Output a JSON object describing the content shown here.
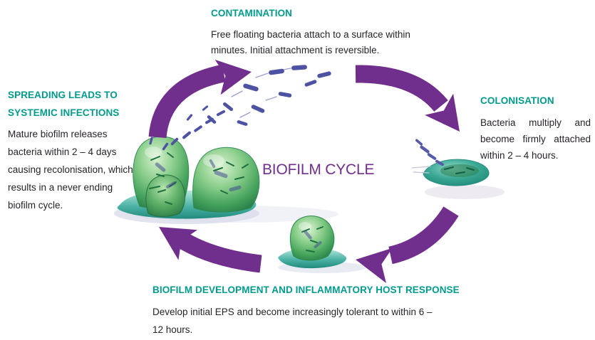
{
  "title": "BIOFILM CYCLE",
  "colors": {
    "heading_teal": "#009b8c",
    "body_text": "#272329",
    "purple_arrow": "#712f8d",
    "title_purple": "#712f8d",
    "bacteria_blue": "#4e52a2",
    "biofilm_green": "#4fa65e",
    "biofilm_teal": "#2fa89a",
    "background": "#ffffff"
  },
  "stages": [
    {
      "id": "contamination",
      "heading": "CONTAMINATION",
      "body": "Free floating bacteria attach to a surface within minutes. Initial attachment is reversible."
    },
    {
      "id": "colonisation",
      "heading": "COLONISATION",
      "body": "Bacteria multiply and become firmly attached within 2 – 4 hours."
    },
    {
      "id": "development",
      "heading": "BIOFILM DEVELOPMENT AND INFLAMMATORY HOST RESPONSE",
      "body": "Develop initial EPS and become increasingly tolerant to within 6 – 12 hours."
    },
    {
      "id": "spreading",
      "heading": "SPREADING LEADS TO SYSTEMIC INFECTIONS",
      "body": "Mature biofilm releases bacteria within 2 – 4 days causing recolonisation, which results in a never ending biofilm cycle."
    }
  ]
}
